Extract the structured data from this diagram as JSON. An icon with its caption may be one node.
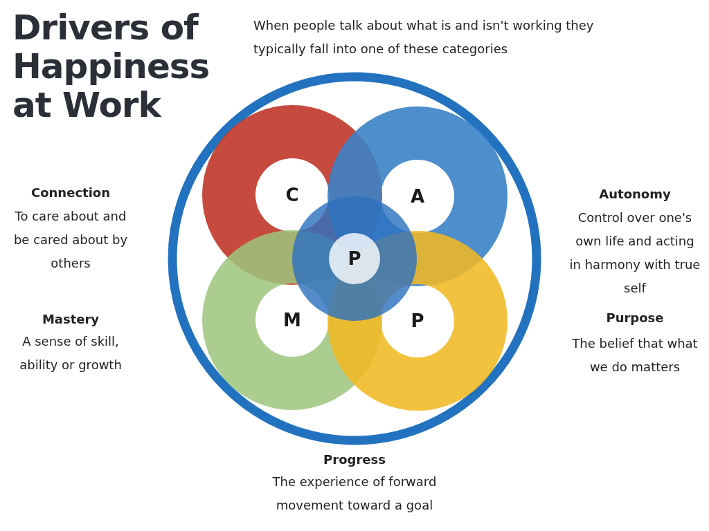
{
  "diagram": {
    "title": "Drivers of Happiness at Work",
    "nodes": [
      {
        "text": [],
        "shape": "circle"
      },
      {
        "text": [
          "C"
        ],
        "in": 0
      },
      {
        "text": [
          "A"
        ],
        "in": 0
      },
      {
        "text": [
          "M"
        ],
        "in": 0
      },
      {
        "text": [
          "P"
        ],
        "in": 0
      },
      {
        "text": [
          "P"
        ],
        "in": 0
      }
    ],
    "labels": [
      "When people talk about what is and isn't working they typically fall into one of these categories",
      "Connection",
      "To care about and be cared about by others",
      "Autonomy",
      "Control over one's own life and acting in harmony with true self",
      "Mastery",
      "A sense of skill, ability or growth",
      "Purpose",
      "The belief that what we do matters",
      "Progress",
      "The experience of forward movement toward a goal"
    ]
  }
}
